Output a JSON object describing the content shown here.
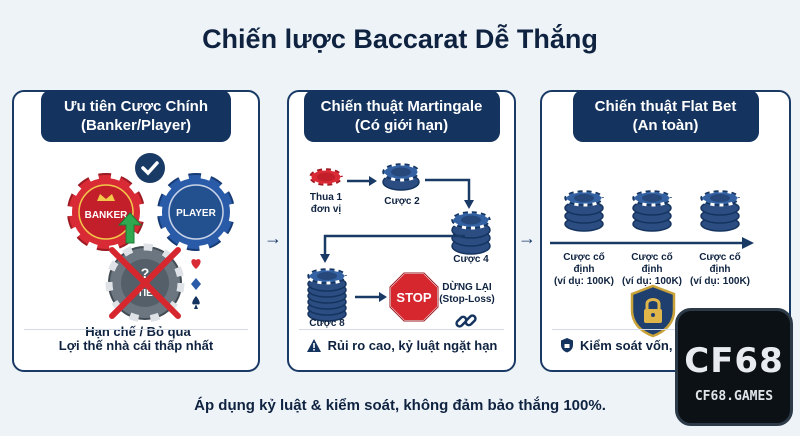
{
  "title": "Chiến lược Baccarat Dễ Thắng",
  "panels": [
    {
      "heading_line1": "Ưu tiên Cược Chính",
      "heading_line2": "(Banker/Player)",
      "chip_banker": "BANKER",
      "chip_player": "PLAYER",
      "chip_tie": "TIE",
      "chip_tie_mark": "?",
      "caption": "Hạn chế / Bỏ qua",
      "footer": "Lợi thế nhà cái thấp nhất"
    },
    {
      "heading_line1": "Chiến thuật Martingale",
      "heading_line2": "(Có giới hạn)",
      "step1_line1": "Thua 1",
      "step1_line2": "đơn vị",
      "step2": "Cược 2",
      "step4": "Cược 4",
      "step8": "Cược 8",
      "stop_sign": "STOP",
      "stop_line1": "DỪNG LẠI",
      "stop_line2": "(Stop-Loss)",
      "footer": "Rủi ro cao, kỷ luật ngặt hạn"
    },
    {
      "heading_line1": "Chiến thuật Flat Bet",
      "heading_line2": "(An toàn)",
      "bet_label_line1": "Cược cố định",
      "bet_label_line2": "(ví dụ: 100K)",
      "footer": "Kiểm soát vốn, tra"
    }
  ],
  "bottom_note": "Áp dụng kỷ luật & kiểm soát, không đảm bảo thắng 100%.",
  "logo": {
    "main": "CF68",
    "sub": "CF68.GAMES"
  },
  "colors": {
    "navy": "#14335e",
    "chip_red": "#d92b36",
    "chip_blue": "#2a5ba8",
    "chip_gray": "#6b7680",
    "check_green": "#2fa84f",
    "stop_red": "#d6272f"
  },
  "icons": [
    "checkmark-icon",
    "up-arrow-icon",
    "x-cross-icon",
    "warning-icon",
    "shield-icon",
    "padlock-icon",
    "broken-chain-icon"
  ]
}
